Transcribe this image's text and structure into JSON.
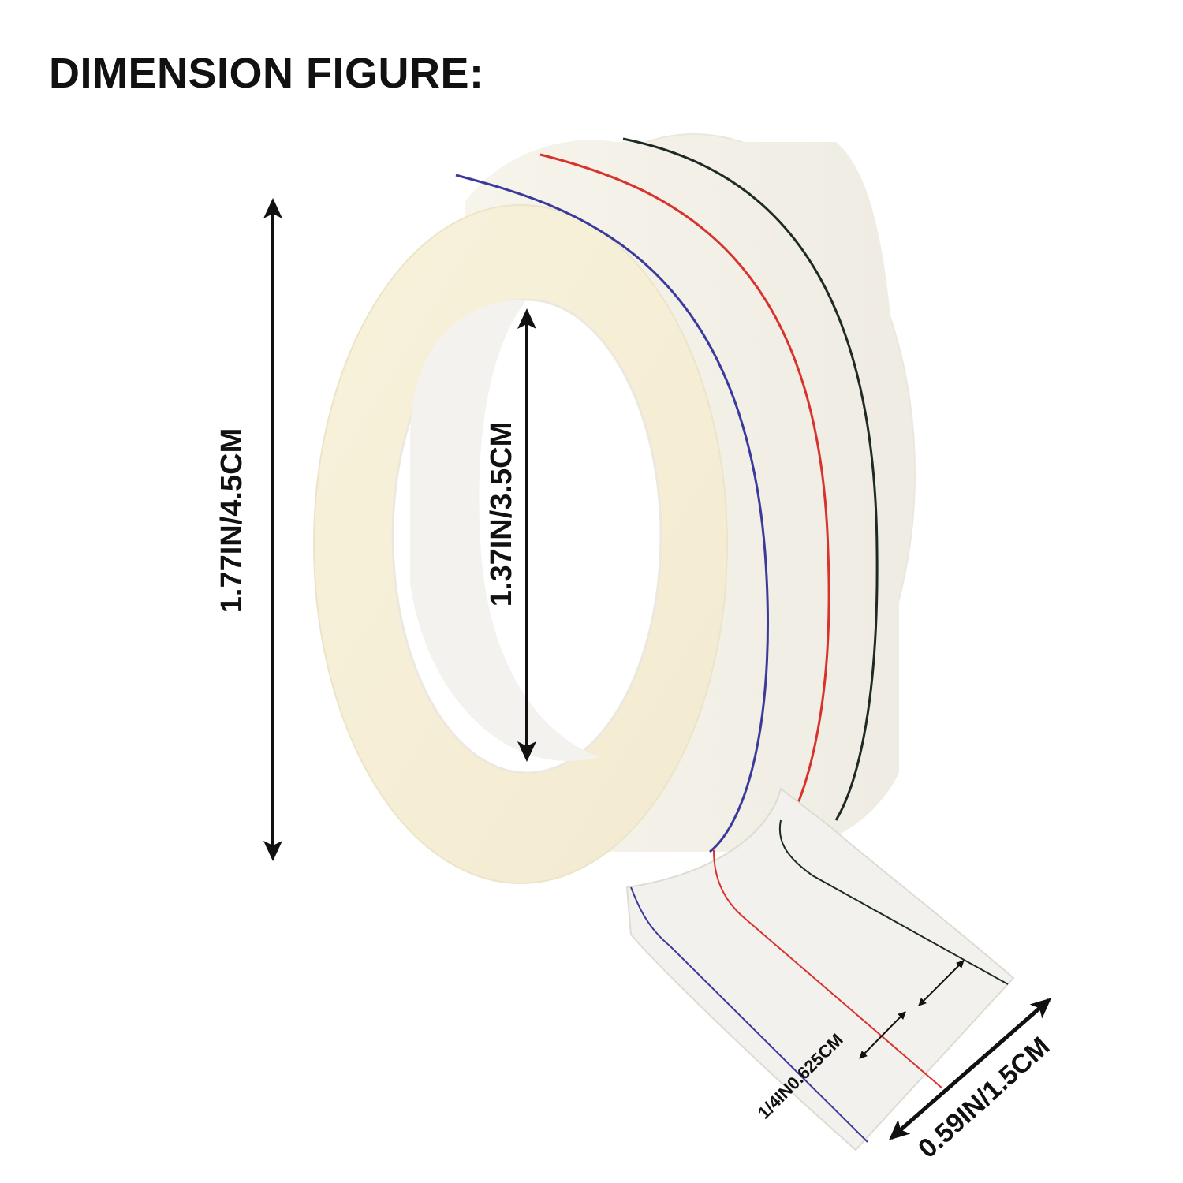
{
  "title": "DIMENSION FIGURE:",
  "dimensions": {
    "outer_diameter": "1.77IN/4.5CM",
    "inner_diameter": "1.37IN/3.5CM",
    "line_spacing": "1/4IN0.625CM",
    "tape_width": "0.59IN/1.5CM"
  },
  "colors": {
    "tape_face": "#f6efd6",
    "tape_edge": "#f1eee5",
    "line_blue": "#3a3a9c",
    "line_red": "#d8322c",
    "line_black": "#1e2a24",
    "ink": "#111111"
  }
}
